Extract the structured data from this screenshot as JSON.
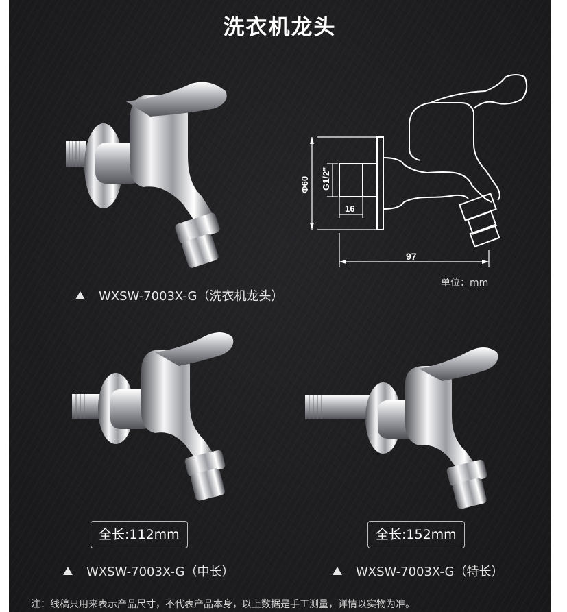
{
  "title": "洗衣机龙头",
  "drawing": {
    "dims": {
      "diameter": "Φ60",
      "thread": "G1/2\"",
      "depth": "16",
      "length": "97"
    },
    "unit_note": "单位：mm"
  },
  "products": [
    {
      "caption": "WXSW-7003X-G（洗衣机龙头）",
      "length_label": ""
    },
    {
      "caption": "WXSW-7003X-G（中长）",
      "length_label": "全长:112mm"
    },
    {
      "caption": "WXSW-7003X-G（特长）",
      "length_label": "全长:152mm"
    }
  ],
  "footnote": "注：线稿只用来表示产品尺寸，不代表产品本身，以上数据是手工测量，详情以实物为准。",
  "colors": {
    "background": "#1b1b1d",
    "text": "#ffffff",
    "chrome_light": "#f4f4f6",
    "chrome_dark": "#4a4c52",
    "line_art": "#ffffff"
  },
  "icons": [
    "triangle-bullet-icon"
  ]
}
